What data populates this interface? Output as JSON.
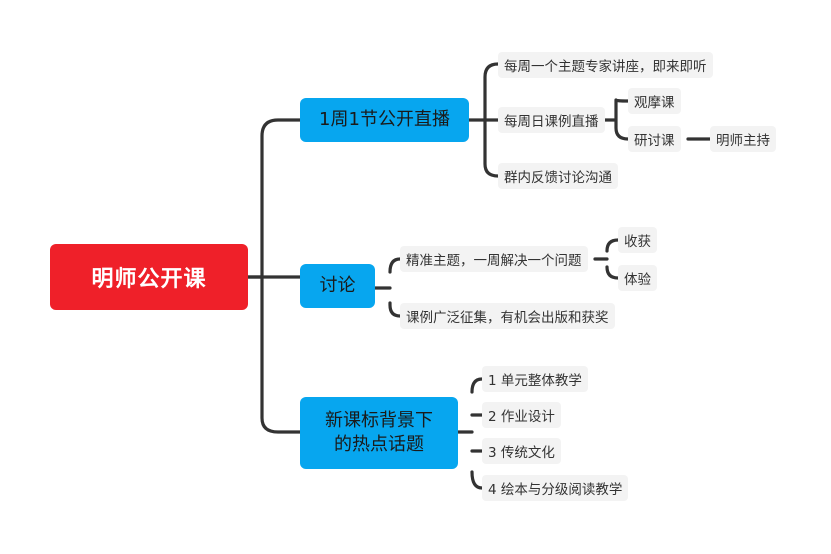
{
  "colors": {
    "root_bg": "#ef2029",
    "main_bg": "#07a6ef",
    "link": "#333333"
  },
  "root": {
    "label": "明师公开课"
  },
  "branches": [
    {
      "label": "1周1节公开直播",
      "children": [
        {
          "label": "每周一个主题专家讲座，即来即听"
        },
        {
          "label": "每周日课例直播",
          "children": [
            {
              "label": "观摩课"
            },
            {
              "label": "研讨课",
              "children": [
                {
                  "label": "明师主持"
                }
              ]
            }
          ]
        },
        {
          "label": "群内反馈讨论沟通"
        }
      ]
    },
    {
      "label": "讨论",
      "children": [
        {
          "label": "精准主题，一周解决一个问题",
          "children": [
            {
              "label": "收获"
            },
            {
              "label": "体验"
            }
          ]
        },
        {
          "label": "课例广泛征集，有机会出版和获奖"
        }
      ]
    },
    {
      "label": "新课标背景下的热点话题",
      "label_lines": [
        "新课标背景下",
        "的热点话题"
      ],
      "children": [
        {
          "label": "1 单元整体教学"
        },
        {
          "label": "2 作业设计"
        },
        {
          "label": "3 传统文化"
        },
        {
          "label": "4 绘本与分级阅读教学"
        }
      ]
    }
  ]
}
